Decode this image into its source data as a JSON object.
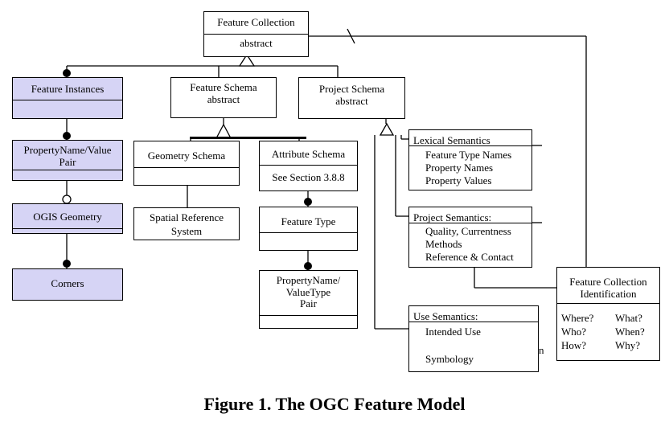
{
  "feature_collection": {
    "title": "Feature Collection",
    "subtitle": "abstract"
  },
  "feature_instances": {
    "title": "Feature Instances"
  },
  "property_name_value": {
    "line1": "PropertyName/Value",
    "line2": "Pair"
  },
  "ogis_geometry": {
    "title": "OGIS Geometry"
  },
  "corners": {
    "title": "Corners"
  },
  "feature_schema": {
    "title": "Feature Schema",
    "subtitle": "abstract"
  },
  "project_schema": {
    "title": "Project Schema",
    "subtitle": "abstract"
  },
  "geometry_schema": {
    "title": "Geometry Schema"
  },
  "spatial_reference": {
    "line1": "Spatial Reference",
    "line2": "System"
  },
  "attribute_schema": {
    "title": "Attribute Schema",
    "section": "See Section 3.8.8"
  },
  "feature_type": {
    "title": "Feature Type"
  },
  "property_name_valuetype": {
    "line1": "PropertyName/",
    "line2": "ValueType",
    "line3": "Pair"
  },
  "lexical_semantics": {
    "title": "Lexical Semantics",
    "items": [
      "Feature Type Names",
      "Property Names",
      "Property Values"
    ]
  },
  "project_semantics": {
    "title": "Project Semantics:",
    "items": [
      "Quality, Currentness",
      "Methods",
      "Reference & Contact"
    ]
  },
  "use_semantics": {
    "title": "Use Semantics:",
    "items": [
      "Intended Use",
      "Symbology"
    ],
    "stray_label": "n"
  },
  "fc_identification": {
    "line1": "Feature Collection",
    "line2": "Identification",
    "questions": [
      "Where?",
      "What?",
      "Who?",
      "When?",
      "How?",
      "Why?"
    ]
  },
  "caption": "Figure 1. The OGC Feature Model"
}
